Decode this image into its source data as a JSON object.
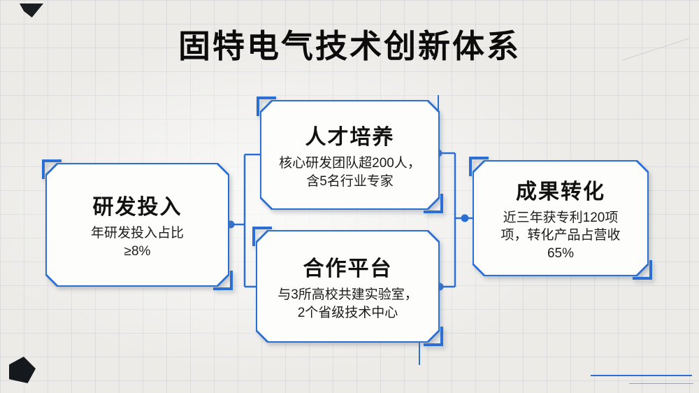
{
  "title": "固特电气技术创新体系",
  "cards": {
    "rnd": {
      "title": "研发投入",
      "desc": "年研发投入占比\n≥8%"
    },
    "talent": {
      "title": "人才培养",
      "desc": "核心研发团队超200人，\n含5名行业专家"
    },
    "platform": {
      "title": "合作平台",
      "desc": "与3所高校共建实验室，\n2个省级技术中心"
    },
    "conversion": {
      "title": "成果转化",
      "desc": "近三年获专利120项\n项，转化产品占营收\n65%"
    }
  },
  "colors": {
    "accent": "#2b6fd4",
    "background": "#ecebe8",
    "card_face": "#fdfdfc",
    "title_text": "#0c0c0c"
  }
}
